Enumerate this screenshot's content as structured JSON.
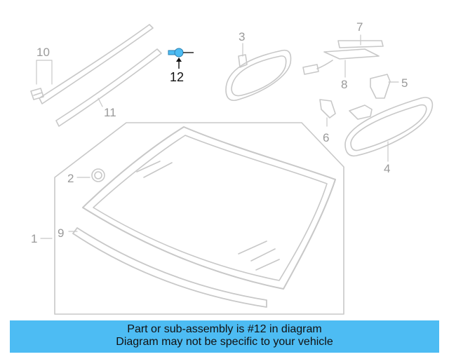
{
  "diagram": {
    "callouts": {
      "c1": "1",
      "c2": "2",
      "c3": "3",
      "c4": "4",
      "c5": "5",
      "c6": "6",
      "c7": "7",
      "c8": "8",
      "c9": "9",
      "c10": "10",
      "c11": "11",
      "c12": "12"
    },
    "highlight_part": "12",
    "colors": {
      "line": "#c8c8c8",
      "label": "#9a9a9a",
      "highlight": "#4dbcf3",
      "highlight_label": "#111111"
    }
  },
  "banner": {
    "line1": "Part or sub-assembly is #12 in diagram",
    "line2": "Diagram may not be specific to your vehicle",
    "color": "#4dbcf3"
  }
}
